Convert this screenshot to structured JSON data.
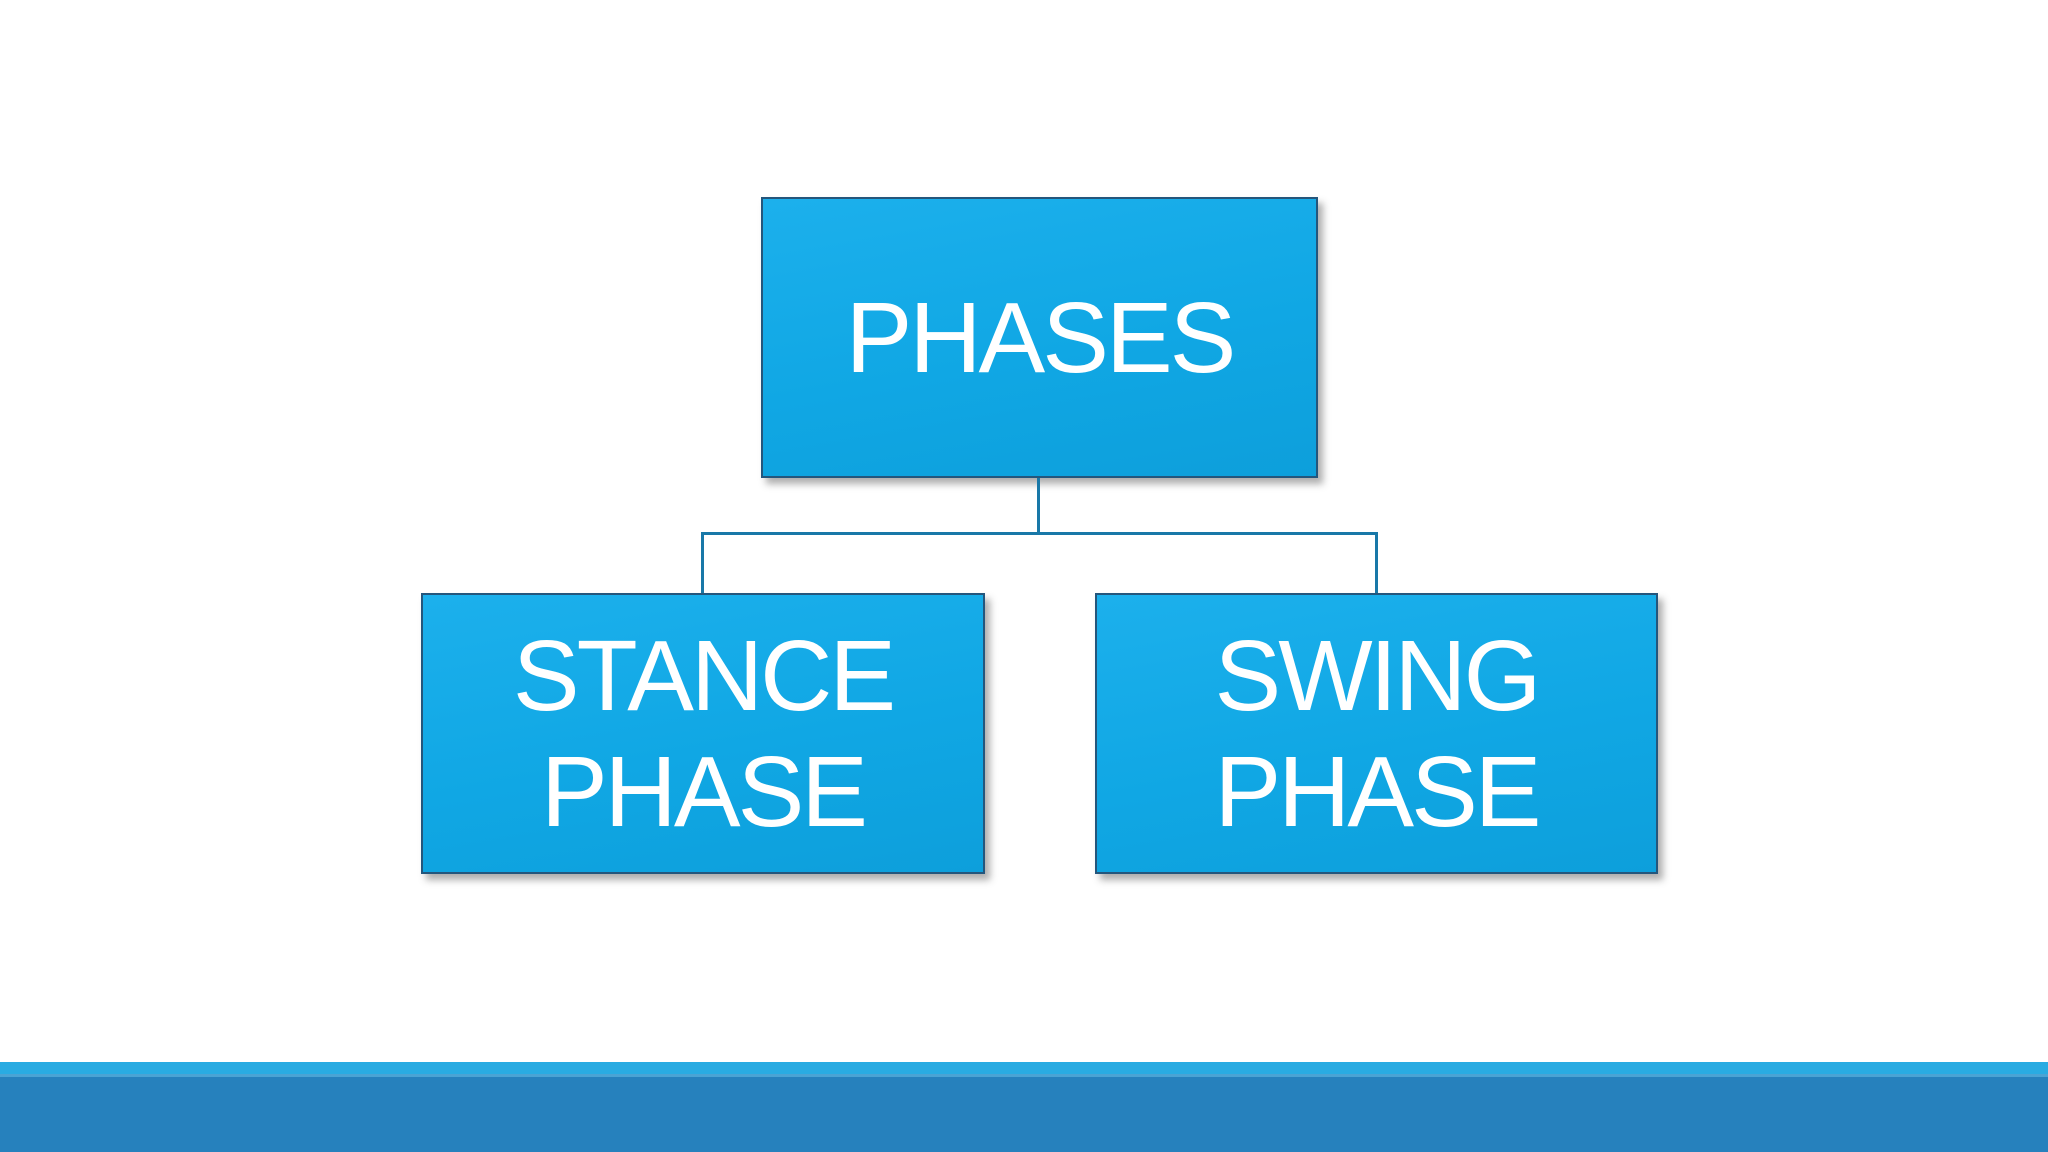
{
  "diagram": {
    "type": "hierarchy",
    "nodes": [
      {
        "id": "phases",
        "label": "PHASES",
        "level": 1
      },
      {
        "id": "stance-phase",
        "label": "STANCE\nPHASE",
        "level": 2,
        "parent": "phases"
      },
      {
        "id": "swing-phase",
        "label": "SWING\nPHASE",
        "level": 2,
        "parent": "phases"
      }
    ]
  },
  "colors": {
    "background": "#ffffff",
    "node-fill": "#10a7e4",
    "node-fill-top": "#1cb0ec",
    "node-border": "#24567c",
    "node-text": "#ffffff",
    "connector": "#1878a8",
    "footer-strip": "#29abe2",
    "footer-bar": "#2681bd",
    "footer-bar-highlight": "#4aa3d4"
  }
}
